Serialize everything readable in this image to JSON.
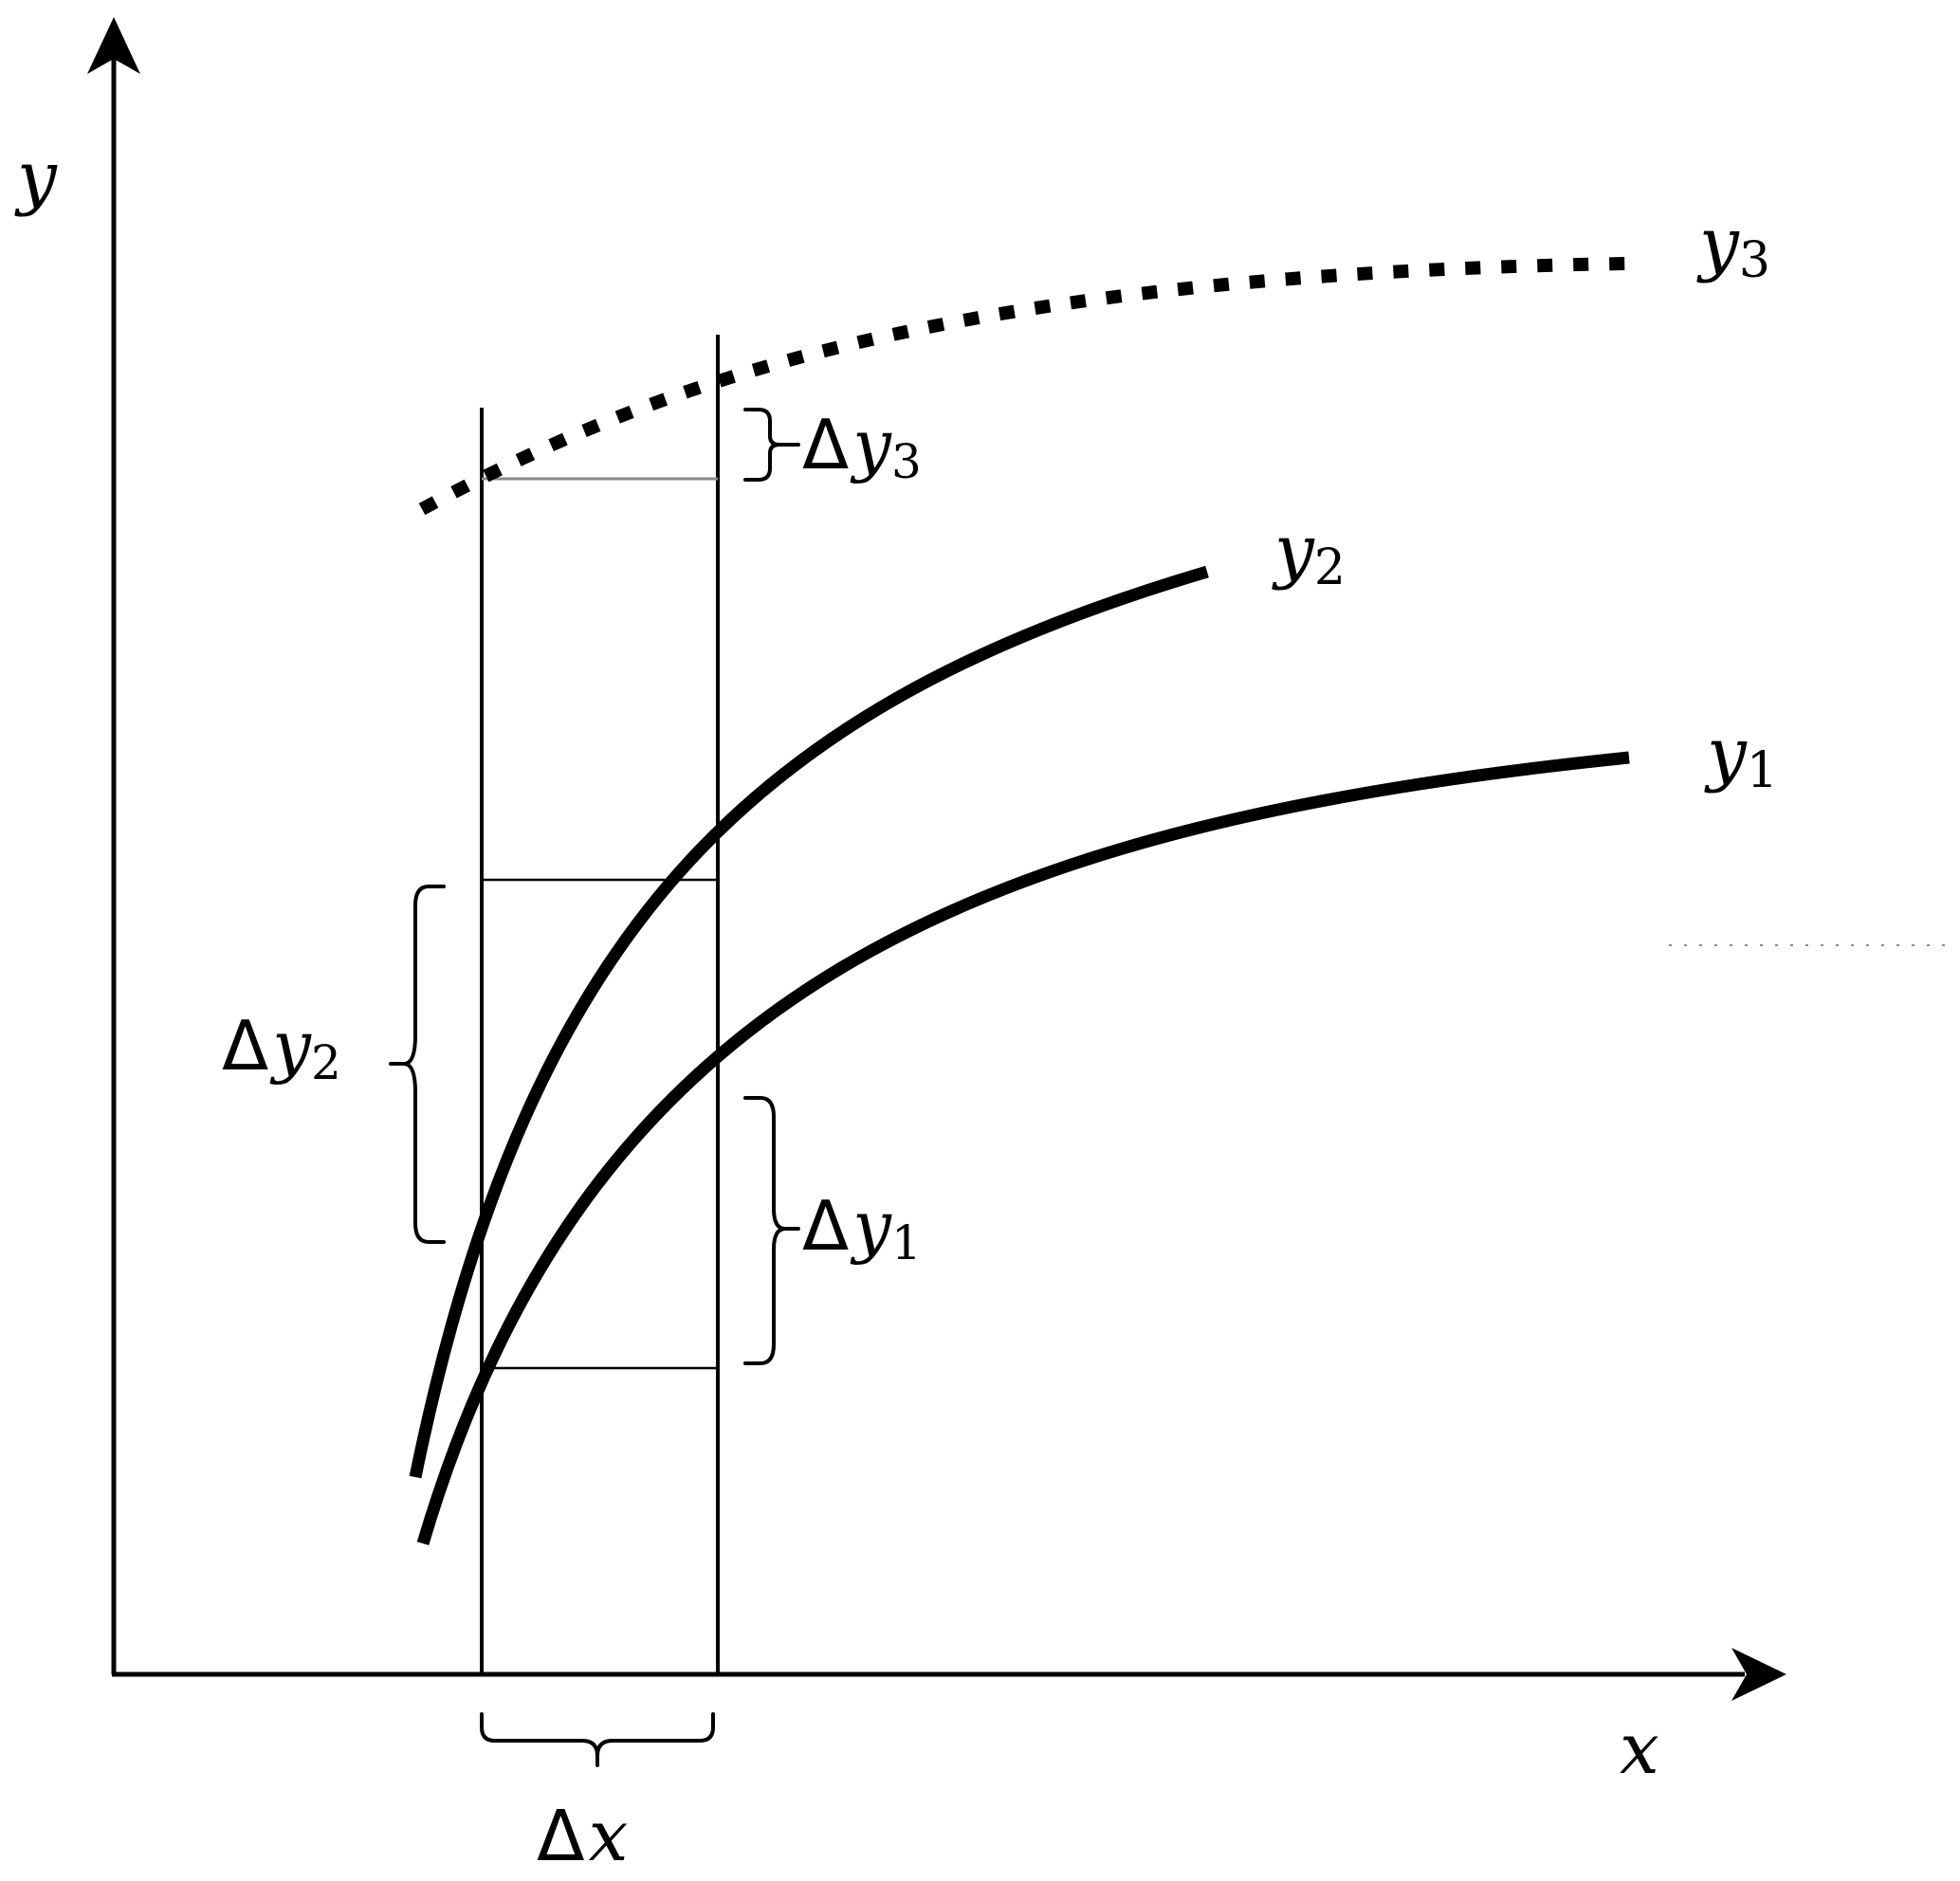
{
  "axes": {
    "x_label": "x",
    "y_label": "y"
  },
  "curves": {
    "y1": {
      "name": "y",
      "sub": "1",
      "style": "solid"
    },
    "y2": {
      "name": "y",
      "sub": "2",
      "style": "solid"
    },
    "y3": {
      "name": "y",
      "sub": "3",
      "style": "dotted"
    }
  },
  "increments": {
    "dx": {
      "delta": "Δ",
      "var": "x"
    },
    "dy1": {
      "delta": "Δ",
      "var": "y",
      "sub": "1"
    },
    "dy2": {
      "delta": "Δ",
      "var": "y",
      "sub": "2"
    },
    "dy3": {
      "delta": "Δ",
      "var": "y",
      "sub": "3"
    }
  },
  "colors": {
    "ink": "#000000",
    "guide": "#8a8a8a"
  }
}
